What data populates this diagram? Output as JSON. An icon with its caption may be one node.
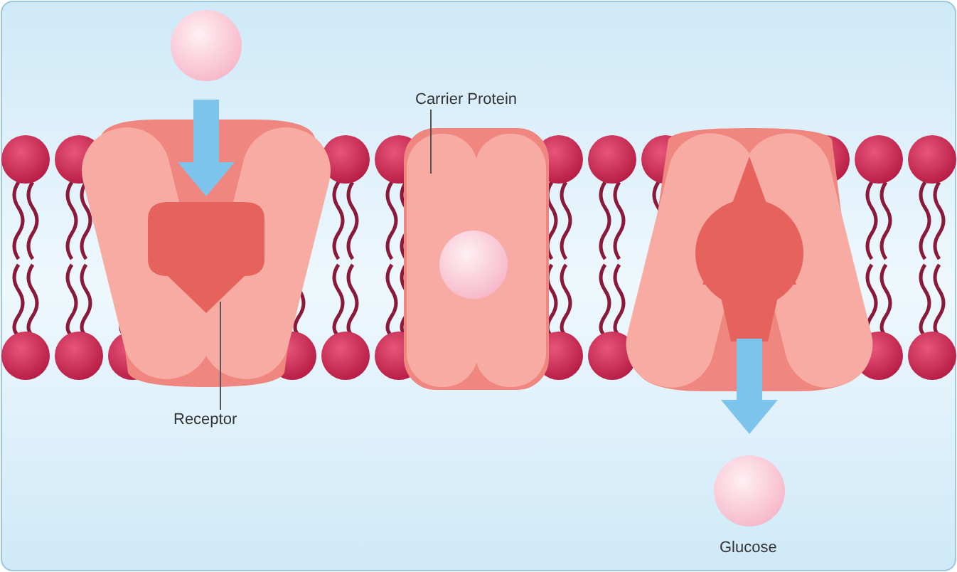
{
  "diagram": {
    "nodes": [
      {
        "text": [
          "Carrier Protein"
        ]
      },
      {
        "text": [],
        "shape": "picture"
      },
      {
        "text": [
          "Receptor"
        ]
      },
      {
        "text": [],
        "shape": "picture"
      }
    ],
    "edges": [
      {
        "from": 0,
        "to": 1,
        "arrow": "none"
      },
      {
        "from": 2,
        "to": 3,
        "arrow": "none"
      }
    ],
    "labels": [
      "Glucose"
    ]
  }
}
